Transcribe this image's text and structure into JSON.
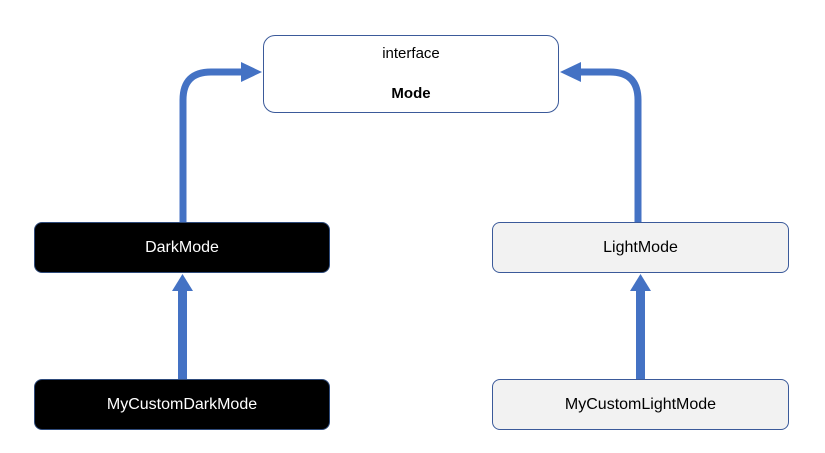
{
  "diagram": {
    "interface_box": {
      "stereotype": "interface",
      "name": "Mode"
    },
    "nodes": {
      "dark_mode": "DarkMode",
      "light_mode": "LightMode",
      "my_custom_dark_mode": "MyCustomDarkMode",
      "my_custom_light_mode": "MyCustomLightMode"
    },
    "edges": [
      {
        "from": "DarkMode",
        "to": "Mode"
      },
      {
        "from": "LightMode",
        "to": "Mode"
      },
      {
        "from": "MyCustomDarkMode",
        "to": "DarkMode"
      },
      {
        "from": "MyCustomLightMode",
        "to": "LightMode"
      }
    ],
    "colors": {
      "arrow": "#4472c4",
      "dark_fill": "#000000",
      "light_fill": "#f2f2f2",
      "border": "#3b5a9a"
    }
  }
}
